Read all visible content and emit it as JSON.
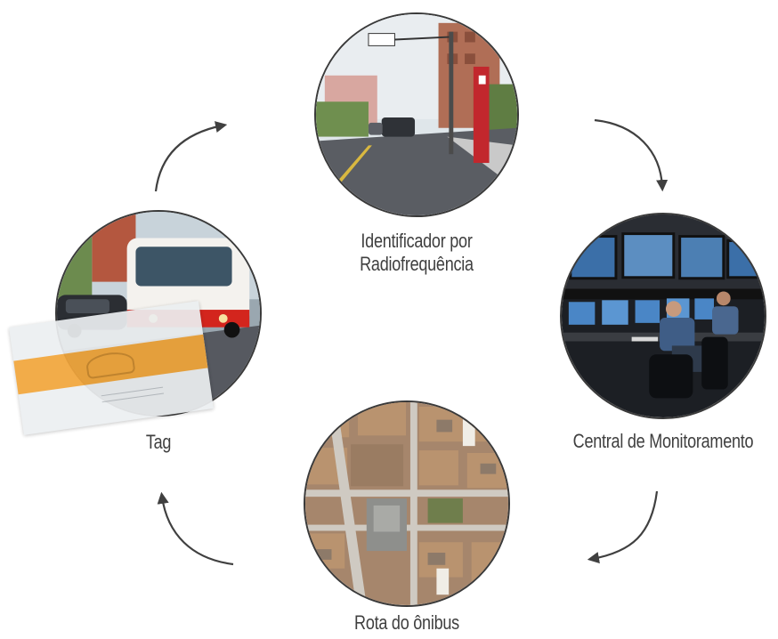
{
  "nodes": [
    {
      "id": "rfid",
      "label_lines": [
        "Identificador por",
        "Radiofrequência"
      ],
      "image": "street-pole-photo"
    },
    {
      "id": "central",
      "label_lines": [
        "Central de Monitoramento"
      ],
      "image": "control-room-photo"
    },
    {
      "id": "route",
      "label_lines": [
        "Rota do ônibus"
      ],
      "image": "aerial-map-photo"
    },
    {
      "id": "tag",
      "label_lines": [
        "Tag"
      ],
      "image": "bus-and-tag-photo"
    }
  ],
  "arrows": [
    "tag-to-rfid",
    "rfid-to-central",
    "central-to-route",
    "route-to-tag"
  ],
  "colors": {
    "label": "#3f3f3f",
    "arrow": "#404040",
    "circle_border": "#3a3a3a"
  }
}
